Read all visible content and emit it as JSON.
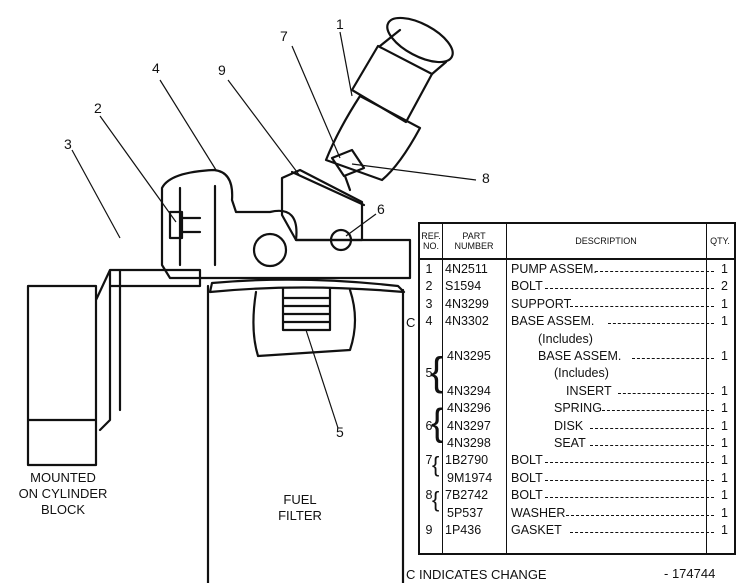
{
  "callouts": [
    "1",
    "2",
    "3",
    "4",
    "5",
    "6",
    "7",
    "8",
    "9"
  ],
  "captions": {
    "mounted": [
      "MOUNTED",
      "ON CYLINDER",
      "BLOCK"
    ],
    "fuel": [
      "FUEL",
      "FILTER"
    ]
  },
  "change_marker": "C",
  "footer": {
    "change_note": "C INDICATES CHANGE",
    "figure_no": "- 174744"
  },
  "table": {
    "headers": {
      "ref": [
        "REF.",
        "NO."
      ],
      "part": [
        "PART",
        "NUMBER"
      ],
      "desc": "DESCRIPTION",
      "qty": "QTY."
    },
    "rows": [
      {
        "ref": "1",
        "part": "4N2511",
        "desc": "PUMP ASSEM.",
        "qty": "1"
      },
      {
        "ref": "2",
        "part": "S1594",
        "desc": "BOLT",
        "qty": "2"
      },
      {
        "ref": "3",
        "part": "4N3299",
        "desc": "SUPPORT",
        "qty": "1"
      },
      {
        "ref": "4",
        "part": "4N3302",
        "desc": "BASE ASSEM.",
        "qty": "1"
      },
      {
        "ref": "",
        "part": "",
        "desc": "(Includes)",
        "qty": ""
      },
      {
        "ref": "",
        "part": "4N3295",
        "desc": "BASE ASSEM.",
        "qty": "1"
      },
      {
        "ref": "5",
        "part": "",
        "desc": "(Includes)",
        "qty": ""
      },
      {
        "ref": "",
        "part": "4N3294",
        "desc": "INSERT",
        "qty": "1"
      },
      {
        "ref": "",
        "part": "4N3296",
        "desc": "SPRING",
        "qty": "1"
      },
      {
        "ref": "6",
        "part": "4N3297",
        "desc": "DISK",
        "qty": "1"
      },
      {
        "ref": "",
        "part": "4N3298",
        "desc": "SEAT",
        "qty": "1"
      },
      {
        "ref": "7",
        "part": "1B2790",
        "desc": "BOLT",
        "qty": "1"
      },
      {
        "ref": "",
        "part": "9M1974",
        "desc": "BOLT",
        "qty": "1"
      },
      {
        "ref": "8",
        "part": "7B2742",
        "desc": "BOLT",
        "qty": "1"
      },
      {
        "ref": "",
        "part": "5P537",
        "desc": "WASHER",
        "qty": "1"
      },
      {
        "ref": "9",
        "part": "1P436",
        "desc": "GASKET",
        "qty": "1"
      }
    ]
  }
}
